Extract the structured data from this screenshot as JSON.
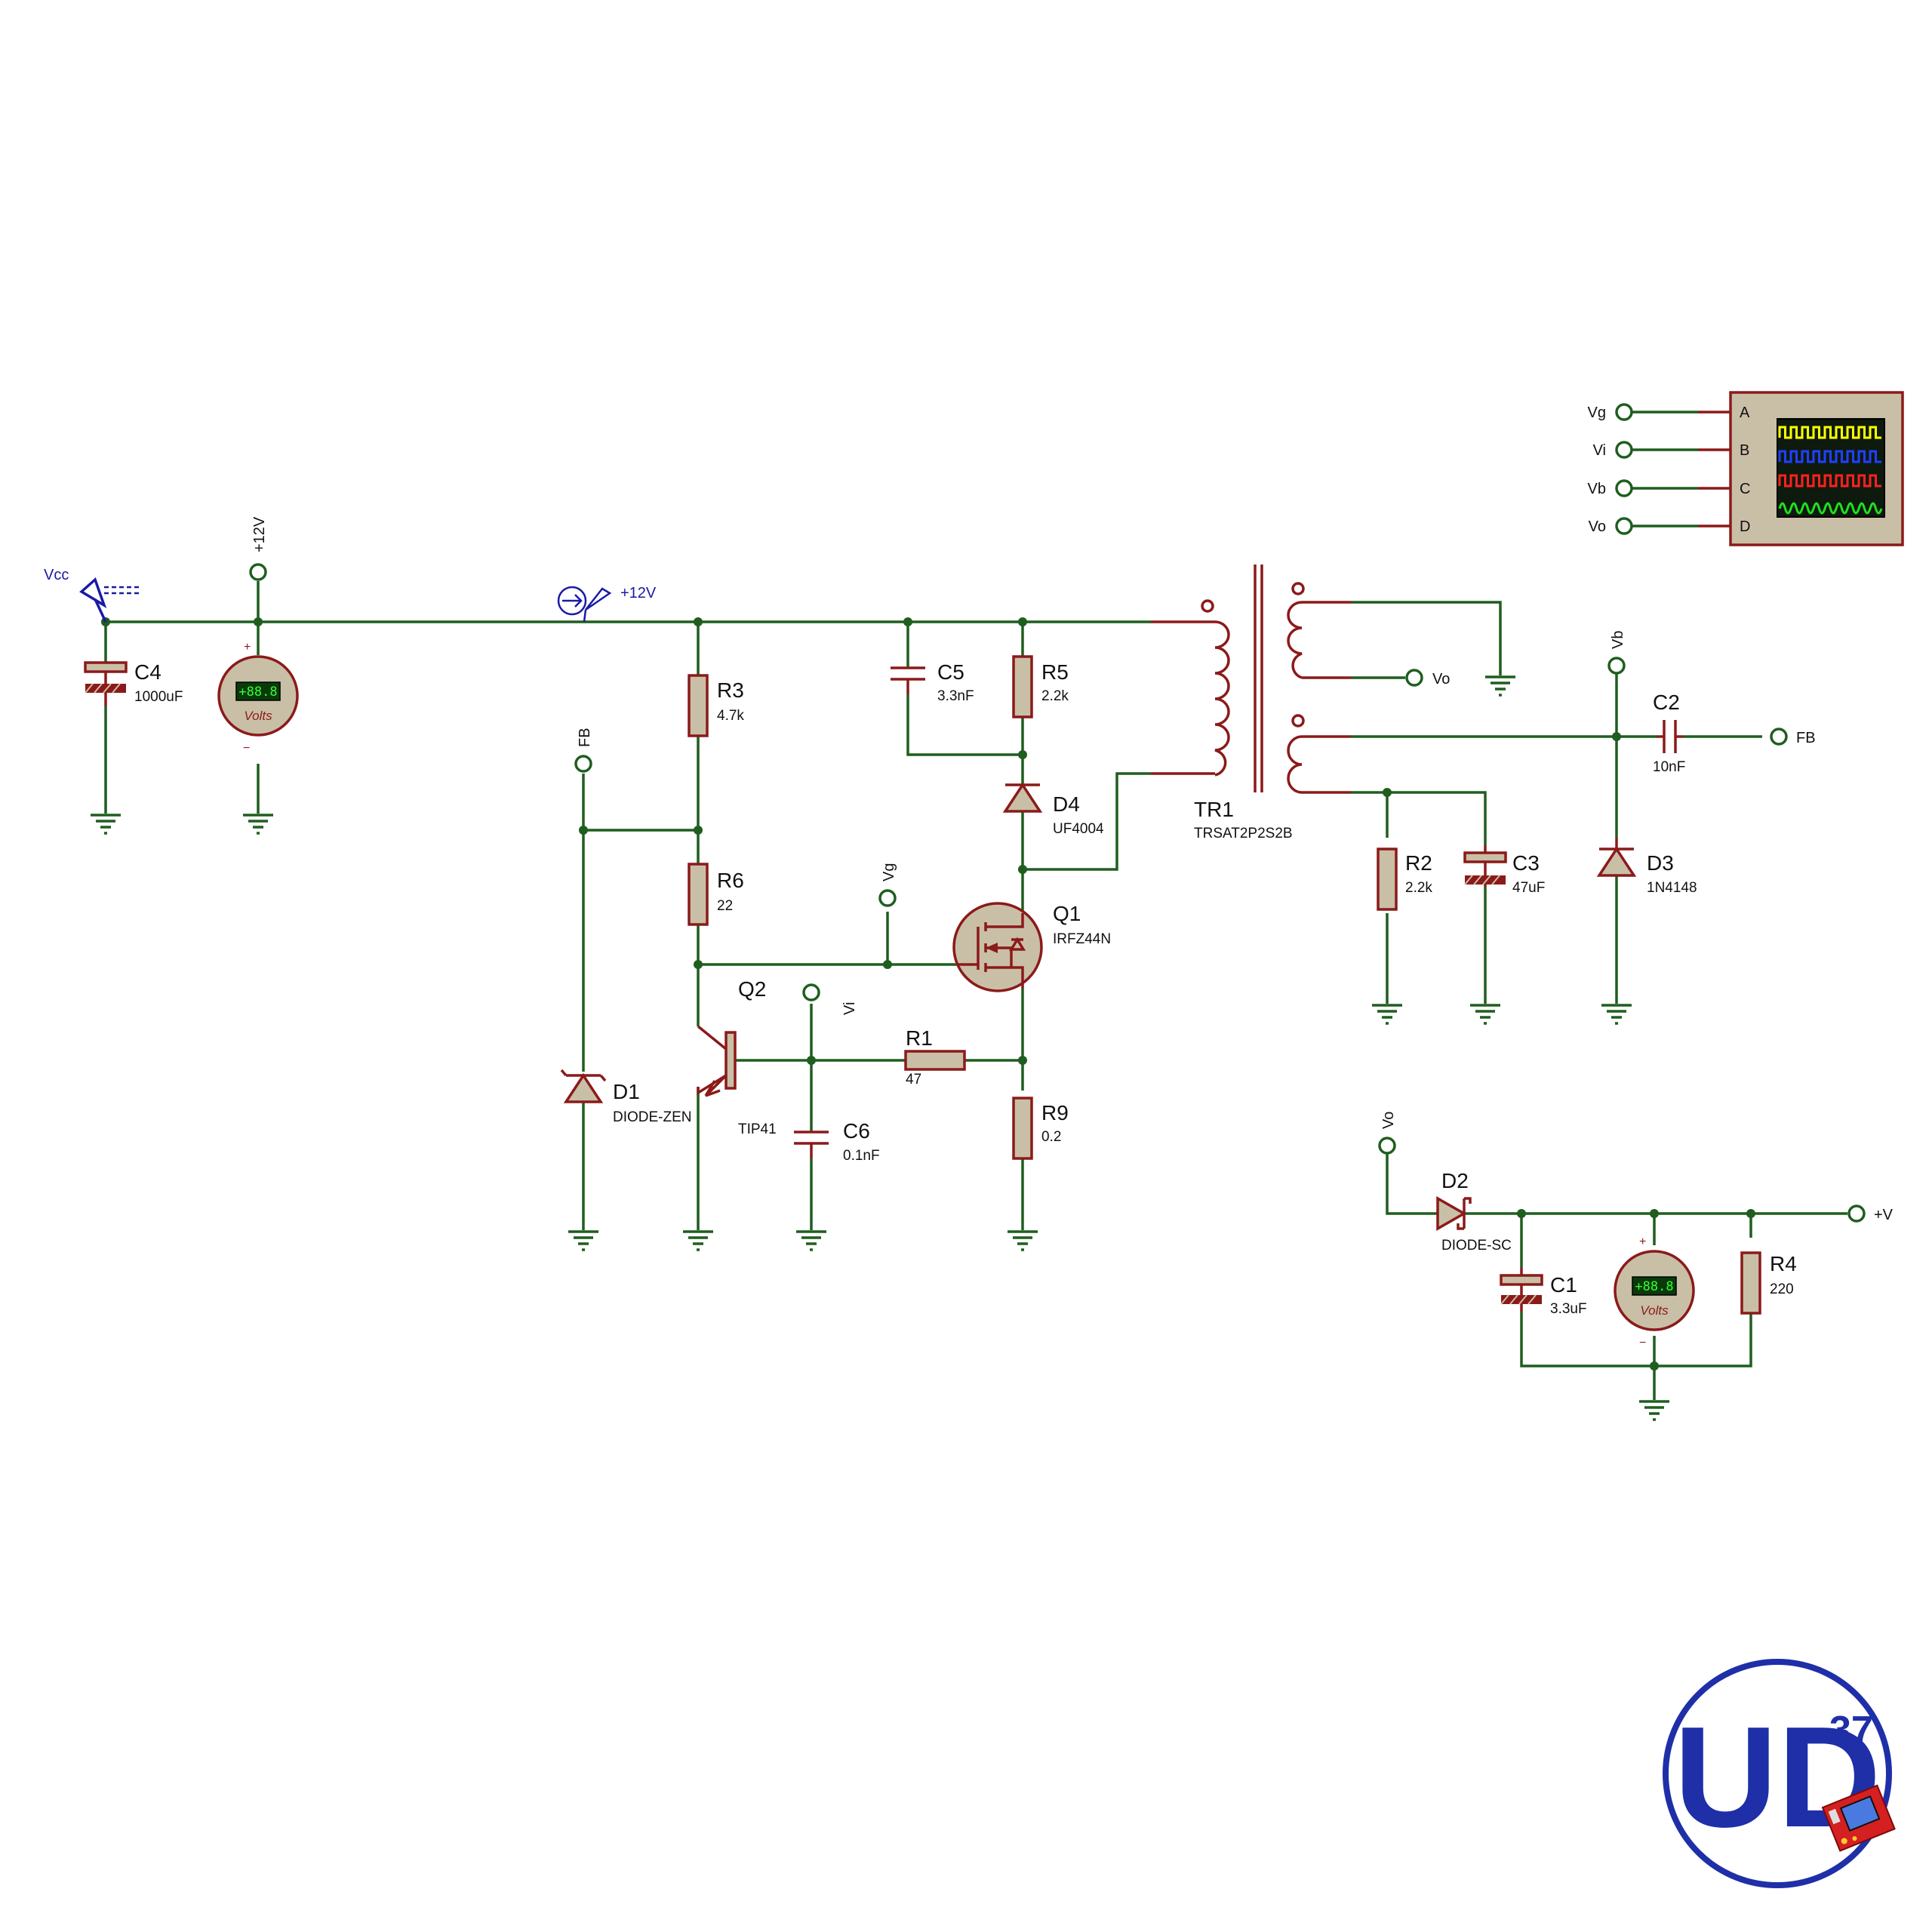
{
  "components": {
    "C4": {
      "ref": "C4",
      "value": "1000uF"
    },
    "C5": {
      "ref": "C5",
      "value": "3.3nF"
    },
    "C6": {
      "ref": "C6",
      "value": "0.1nF"
    },
    "C2": {
      "ref": "C2",
      "value": "10nF"
    },
    "C3": {
      "ref": "C3",
      "value": "47uF"
    },
    "C1": {
      "ref": "C1",
      "value": "3.3uF"
    },
    "R3": {
      "ref": "R3",
      "value": "4.7k"
    },
    "R6": {
      "ref": "R6",
      "value": "22"
    },
    "R5": {
      "ref": "R5",
      "value": "2.2k"
    },
    "R9": {
      "ref": "R9",
      "value": "0.2"
    },
    "R1": {
      "ref": "R1",
      "value": "47"
    },
    "R2": {
      "ref": "R2",
      "value": "2.2k"
    },
    "R4": {
      "ref": "R4",
      "value": "220"
    },
    "D1": {
      "ref": "D1",
      "value": "DIODE-ZEN"
    },
    "D4": {
      "ref": "D4",
      "value": "UF4004"
    },
    "D3": {
      "ref": "D3",
      "value": "1N4148"
    },
    "D2": {
      "ref": "D2",
      "value": "DIODE-SC"
    },
    "Q1": {
      "ref": "Q1",
      "value": "IRFZ44N"
    },
    "Q2": {
      "ref": "Q2",
      "value": "TIP41"
    },
    "TR1": {
      "ref": "TR1",
      "value": "TRSAT2P2S2B"
    }
  },
  "nets": {
    "vcc": "Vcc",
    "plus12_terminal": "+12V",
    "plus12_probe": "+12V",
    "fb_left": "FB",
    "fb_right": "FB",
    "vg": "Vg",
    "vi": "Vi",
    "vo_tr": "Vo",
    "vb": "Vb",
    "vo_out": "Vo",
    "plus_v": "+V"
  },
  "voltmeter": {
    "display": "+88.8",
    "unit": "Volts",
    "plus_sign": "+",
    "minus_sign": "−"
  },
  "oscilloscope": {
    "channels": [
      {
        "input": "Vg",
        "letter": "A",
        "color": "#ffff00"
      },
      {
        "input": "Vi",
        "letter": "B",
        "color": "#2040ff"
      },
      {
        "input": "Vb",
        "letter": "C",
        "color": "#ff2020"
      },
      {
        "input": "Vo",
        "letter": "D",
        "color": "#20e020"
      }
    ]
  },
  "logo": {
    "letters": "UD",
    "number": "37"
  },
  "colors": {
    "wire": "#1f5e1f",
    "component": "#8b1a1a",
    "component_body": "#c9bfa6",
    "probe_text": "#1a1aa6",
    "logo": "#1e2fa8"
  }
}
